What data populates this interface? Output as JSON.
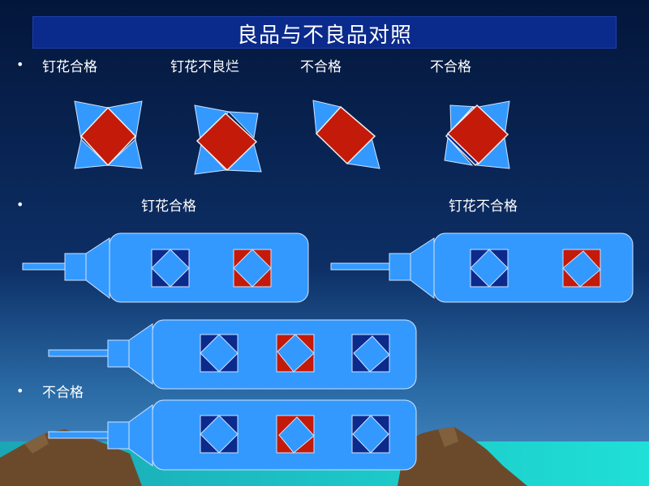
{
  "title": "良品与不良品对照",
  "bullets": [
    "•",
    "•",
    "•"
  ],
  "row1_labels": [
    "钉花合格",
    "钉花不良烂",
    "不合格",
    "不合格"
  ],
  "row2_labels": [
    "钉花合格",
    "钉花不合格"
  ],
  "row3_label": "不合格",
  "colors": {
    "sky_top": "#051a3f",
    "sky_bottom": "#2e6fa8",
    "title_bar": "#0a2a8c",
    "light_blue": "#3399ff",
    "red": "#c41a0a",
    "dark_blue": "#0c2a8c",
    "mountain": "#6b4a2c",
    "sea": "#19c9c9"
  }
}
